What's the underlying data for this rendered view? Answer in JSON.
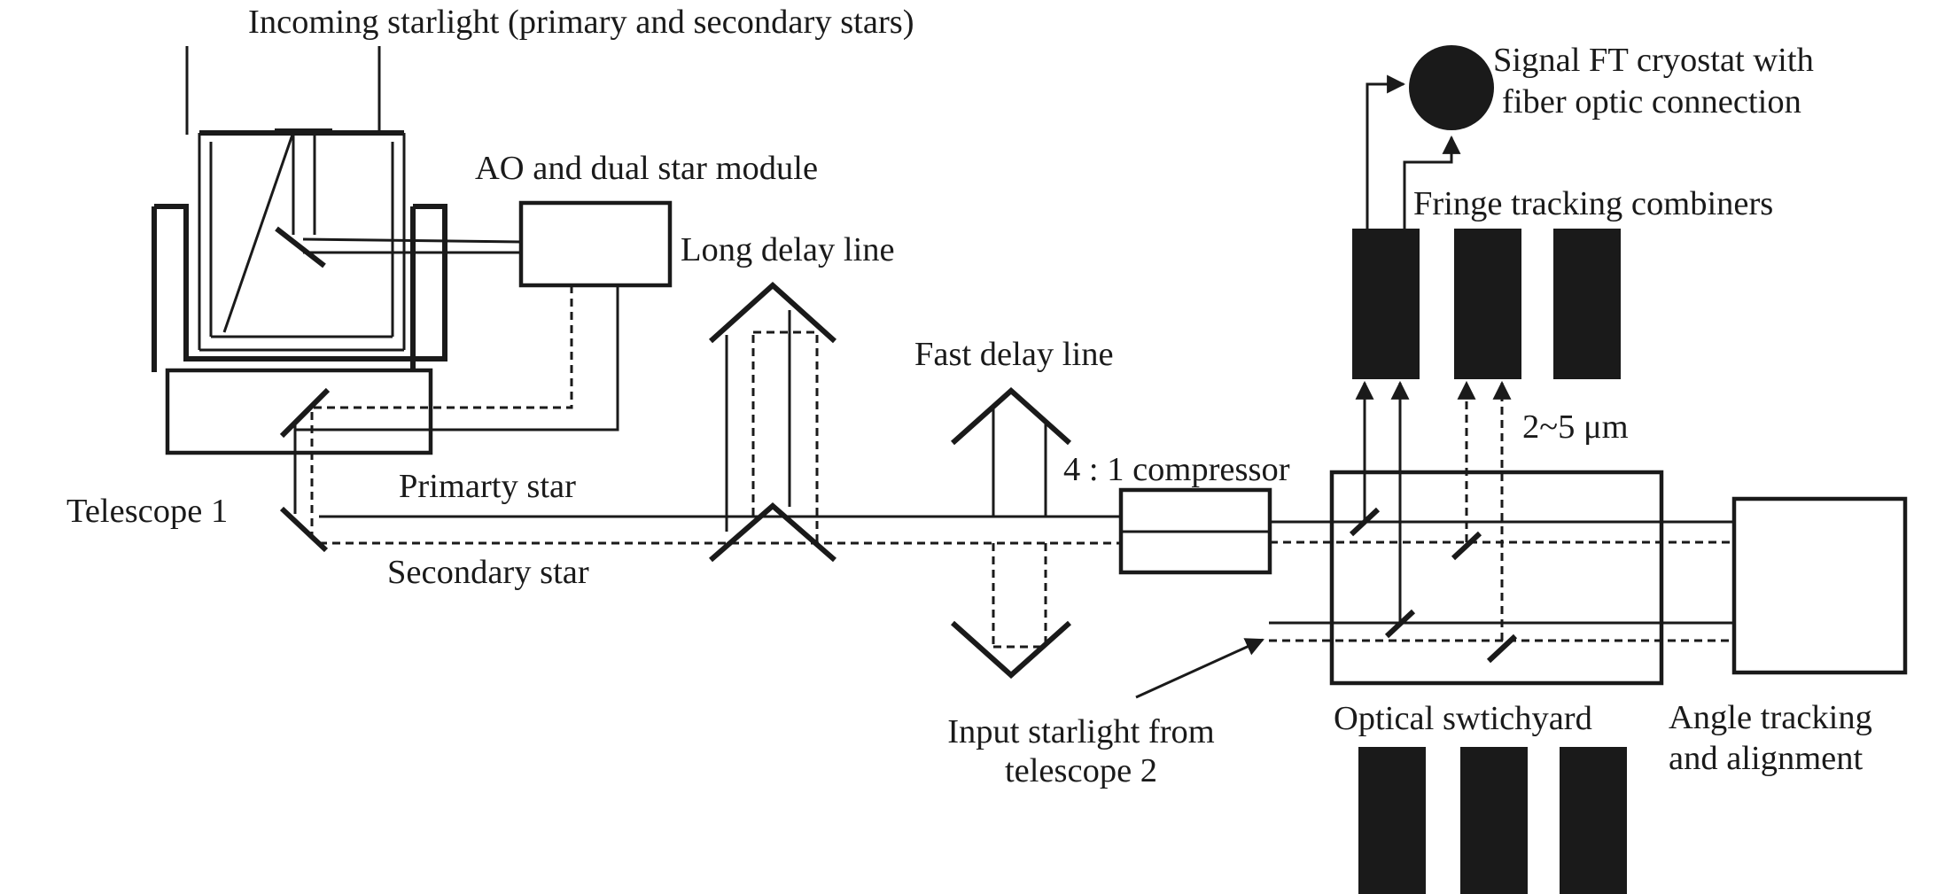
{
  "labels": {
    "incoming": "Incoming starlight (primary and secondary stars)",
    "ao_module": "AO and dual star module",
    "long_delay": "Long delay line",
    "fast_delay": "Fast delay line",
    "compressor": "4 : 1 compressor",
    "telescope1": "Telescope 1",
    "primary": "Primarty star",
    "secondary": "Secondary star",
    "signal_ft_1": "Signal FT cryostat with",
    "signal_ft_2": "fiber optic connection",
    "fringe": "Fringe tracking combiners",
    "wavelength": "2~5 μm",
    "input_1": "Input starlight from",
    "input_2": "telescope 2",
    "switchyard": "Optical swtichyard",
    "angle_1": "Angle tracking",
    "angle_2": "and alignment"
  }
}
